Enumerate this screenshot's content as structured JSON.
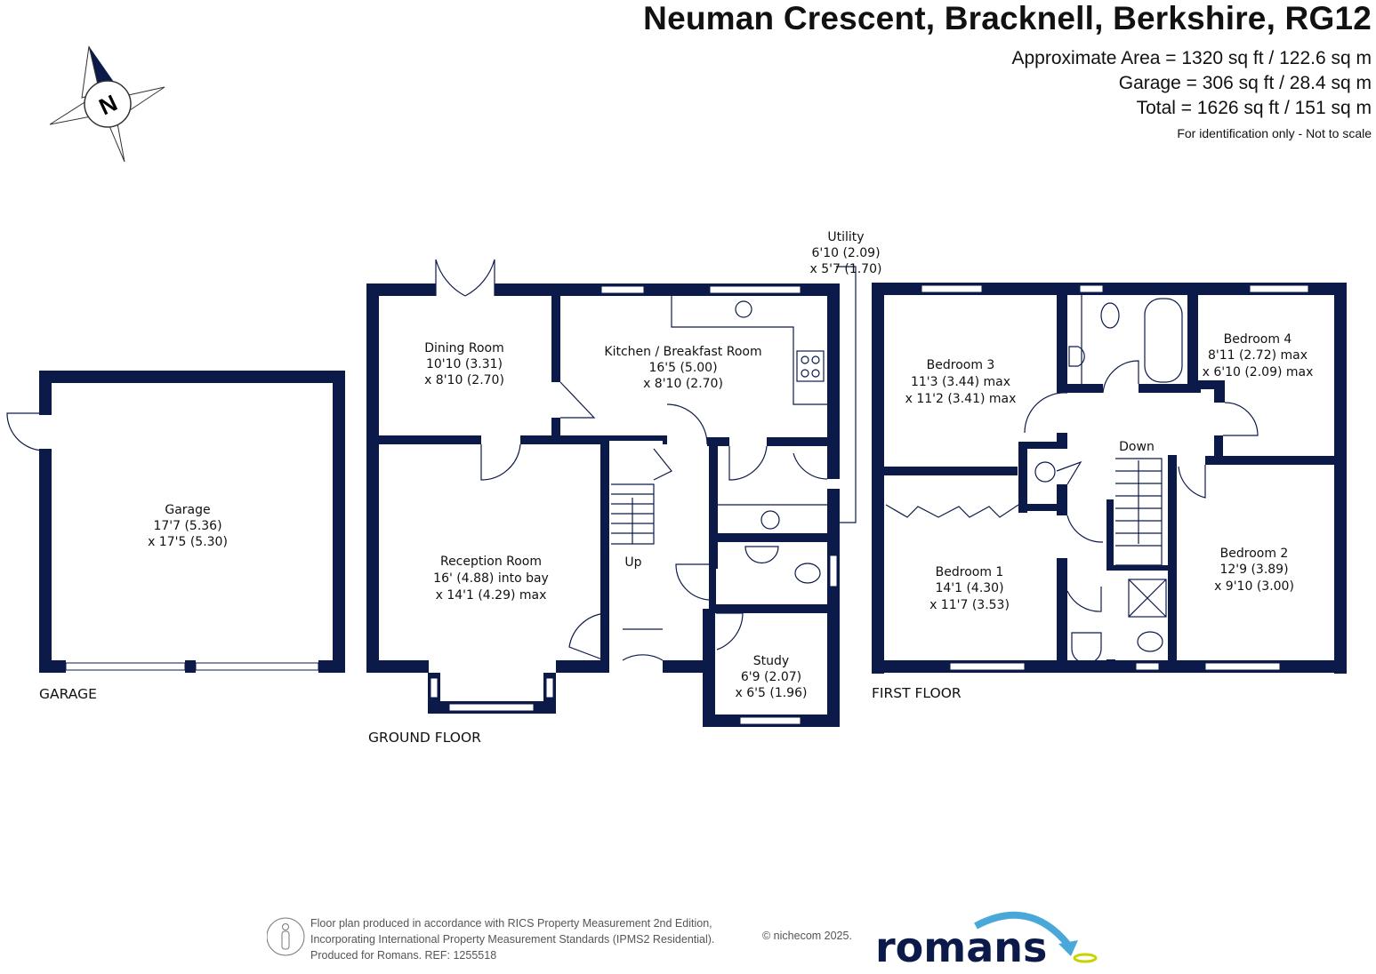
{
  "header": {
    "title": "Neuman Crescent, Bracknell, Berkshire, RG12",
    "approx_area": "Approximate Area = 1320 sq ft / 122.6 sq m",
    "garage_area": "Garage = 306 sq ft / 28.4 sq m",
    "total_area": "Total = 1626 sq ft / 151 sq m",
    "note": "For identification only - Not to scale"
  },
  "compass": {
    "letter": "N"
  },
  "garage": {
    "floor_label": "GARAGE",
    "room": {
      "name": "Garage",
      "dim1": "17'7 (5.36)",
      "dim2": "x 17'5 (5.30)"
    }
  },
  "ground_floor": {
    "floor_label": "GROUND FLOOR",
    "rooms": [
      {
        "name": "Dining Room",
        "dim1": "10'10 (3.31)",
        "dim2": "x 8'10 (2.70)"
      },
      {
        "name": "Kitchen / Breakfast Room",
        "dim1": "16'5 (5.00)",
        "dim2": "x 8'10 (2.70)"
      },
      {
        "name": "Utility",
        "dim1": "6'10 (2.09)",
        "dim2": "x 5'7 (1.70)"
      },
      {
        "name": "Reception Room",
        "dim1": "16' (4.88) into bay",
        "dim2": "x 14'1 (4.29) max"
      },
      {
        "name": "Study",
        "dim1": "6'9 (2.07)",
        "dim2": "x 6'5 (1.96)"
      }
    ],
    "stairs_label": "Up"
  },
  "first_floor": {
    "floor_label": "FIRST FLOOR",
    "rooms": [
      {
        "name": "Bedroom 3",
        "dim1": "11'3 (3.44) max",
        "dim2": "x 11'2 (3.41) max"
      },
      {
        "name": "Bedroom 4",
        "dim1": "8'11 (2.72) max",
        "dim2": "x 6'10 (2.09) max"
      },
      {
        "name": "Bedroom 1",
        "dim1": "14'1 (4.30)",
        "dim2": "x 11'7 (3.53)"
      },
      {
        "name": "Bedroom 2",
        "dim1": "12'9 (3.89)",
        "dim2": "x 9'10 (3.00)"
      }
    ],
    "stairs_label": "Down"
  },
  "footer": {
    "line1": "Floor plan produced in accordance with RICS Property Measurement 2nd Edition,",
    "line2": "Incorporating International Property Measurement Standards (IPMS2 Residential).",
    "line3": "Produced for Romans.   REF:  1255518",
    "copyright": "© nichecom 2025.",
    "logo_text": "romans"
  },
  "colors": {
    "wall": "#0c1a4a",
    "logo_arrow": "#4aa8d8",
    "logo_ring": "#c8d400"
  }
}
